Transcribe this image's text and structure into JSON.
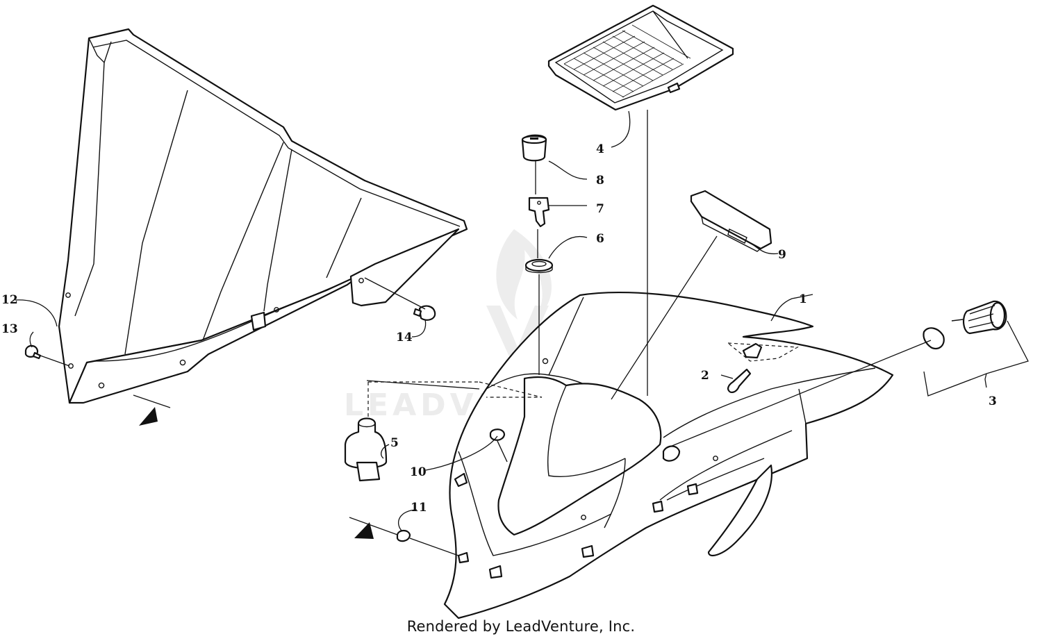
{
  "watermark": {
    "text": "LEADVENTURE"
  },
  "caption": "Rendered by LeadVenture, Inc.",
  "callouts": [
    {
      "id": "1",
      "label": "1"
    },
    {
      "id": "2",
      "label": "2"
    },
    {
      "id": "3",
      "label": "3"
    },
    {
      "id": "4",
      "label": "4"
    },
    {
      "id": "5",
      "label": "5"
    },
    {
      "id": "6",
      "label": "6"
    },
    {
      "id": "7",
      "label": "7"
    },
    {
      "id": "8",
      "label": "8"
    },
    {
      "id": "9",
      "label": "9"
    },
    {
      "id": "10",
      "label": "10"
    },
    {
      "id": "11",
      "label": "11"
    },
    {
      "id": "12",
      "label": "12"
    },
    {
      "id": "13",
      "label": "13"
    },
    {
      "id": "14",
      "label": "14"
    }
  ]
}
